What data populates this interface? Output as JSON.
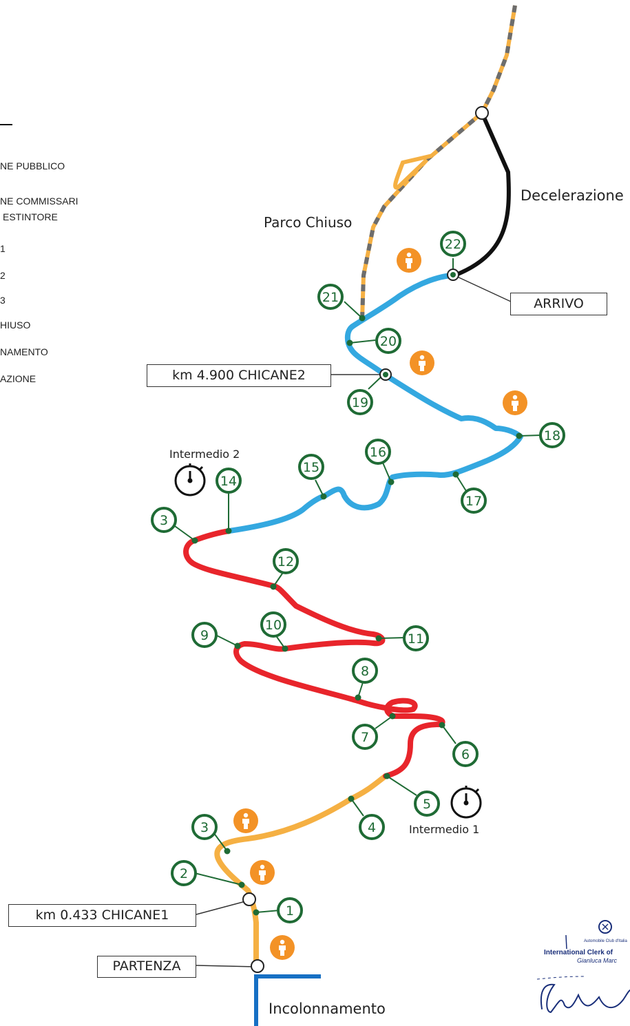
{
  "legend": {
    "items": [
      "NE PUBBLICO",
      "NE COMMISSARI",
      "ESTINTORE",
      "1",
      "2",
      "3",
      "HIUSO",
      "NAMENTO",
      "AZIONE"
    ]
  },
  "labels": {
    "decelerazione": "Decelerazione",
    "parco_chiuso": "Parco Chiuso",
    "arrivo": "ARRIVO",
    "chicane2": "km 4.900 CHICANE2",
    "chicane1": "km 0.433 CHICANE1",
    "partenza": "PARTENZA",
    "incolonnamento": "Incolonnamento",
    "intermedio2": "Intermedio 2",
    "intermedio1": "Intermedio 1"
  },
  "stations": [
    "1",
    "2",
    "3",
    "4",
    "5",
    "6",
    "7",
    "8",
    "9",
    "10",
    "11",
    "12",
    "3",
    "14",
    "15",
    "16",
    "17",
    "18",
    "19",
    "20",
    "21",
    "22"
  ],
  "seal": {
    "line1": "International Clerk of",
    "line2": "Gianluca Marc",
    "line3": "Automobile Club d'Italia"
  },
  "colors": {
    "segment_1": "#f5b043",
    "segment_2": "#e8252b",
    "segment_3": "#34a8e0",
    "road": "#f5b043",
    "road_dash": "#6d6d6d",
    "deceleration": "#111111",
    "queue": "#1770c4",
    "station": "#1f6b35",
    "spectator": "#f39226",
    "seal": "#1a2f7a"
  },
  "icons": [
    "spectator-icon",
    "stopwatch-icon"
  ]
}
